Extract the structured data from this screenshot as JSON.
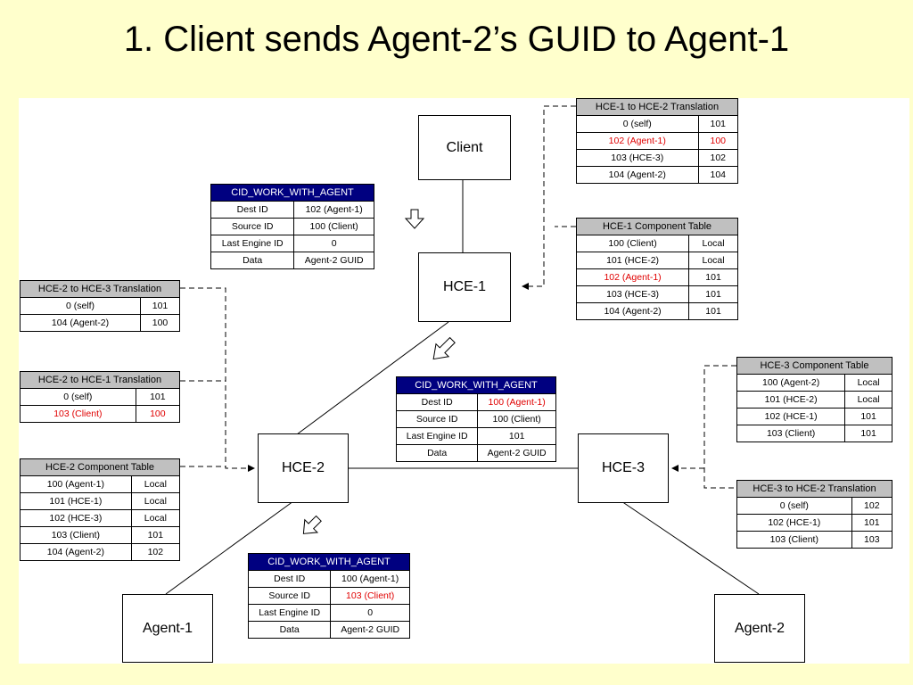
{
  "title": "1. Client sends Agent-2’s GUID to Agent-1",
  "nodes": {
    "client": "Client",
    "hce1": "HCE-1",
    "hce2": "HCE-2",
    "hce3": "HCE-3",
    "agent1": "Agent-1",
    "agent2": "Agent-2"
  },
  "tables": {
    "hce1_to_hce2": {
      "title": "HCE-1 to HCE-2 Translation",
      "rows": [
        [
          "0 (self)",
          "101"
        ],
        [
          "102 (Agent-1)",
          "100"
        ],
        [
          "103 (HCE-3)",
          "102"
        ],
        [
          "104 (Agent-2)",
          "104"
        ]
      ]
    },
    "hce1_component": {
      "title": "HCE-1 Component Table",
      "rows": [
        [
          "100 (Client)",
          "Local"
        ],
        [
          "101 (HCE-2)",
          "Local"
        ],
        [
          "102 (Agent-1)",
          "101"
        ],
        [
          "103 (HCE-3)",
          "101"
        ],
        [
          "104 (Agent-2)",
          "101"
        ]
      ]
    },
    "msg1": {
      "title": "CID_WORK_WITH_AGENT",
      "rows": [
        [
          "Dest ID",
          "102 (Agent-1)"
        ],
        [
          "Source ID",
          "100 (Client)"
        ],
        [
          "Last Engine ID",
          "0"
        ],
        [
          "Data",
          "Agent-2 GUID"
        ]
      ]
    },
    "hce2_to_hce3": {
      "title": "HCE-2 to HCE-3 Translation",
      "rows": [
        [
          "0 (self)",
          "101"
        ],
        [
          "104 (Agent-2)",
          "100"
        ]
      ]
    },
    "hce2_to_hce1": {
      "title": "HCE-2 to HCE-1 Translation",
      "rows": [
        [
          "0 (self)",
          "101"
        ],
        [
          "103 (Client)",
          "100"
        ]
      ]
    },
    "hce2_component": {
      "title": "HCE-2 Component Table",
      "rows": [
        [
          "100 (Agent-1)",
          "Local"
        ],
        [
          "101 (HCE-1)",
          "Local"
        ],
        [
          "102 (HCE-3)",
          "Local"
        ],
        [
          "103 (Client)",
          "101"
        ],
        [
          "104 (Agent-2)",
          "102"
        ]
      ]
    },
    "msg2": {
      "title": "CID_WORK_WITH_AGENT",
      "rows": [
        [
          "Dest ID",
          "100 (Agent-1)"
        ],
        [
          "Source ID",
          "100 (Client)"
        ],
        [
          "Last Engine ID",
          "101"
        ],
        [
          "Data",
          "Agent-2 GUID"
        ]
      ]
    },
    "msg3": {
      "title": "CID_WORK_WITH_AGENT",
      "rows": [
        [
          "Dest ID",
          "100 (Agent-1)"
        ],
        [
          "Source ID",
          "103 (Client)"
        ],
        [
          "Last Engine ID",
          "0"
        ],
        [
          "Data",
          "Agent-2 GUID"
        ]
      ]
    },
    "hce3_component": {
      "title": "HCE-3 Component Table",
      "rows": [
        [
          "100 (Agent-2)",
          "Local"
        ],
        [
          "101 (HCE-2)",
          "Local"
        ],
        [
          "102 (HCE-1)",
          "101"
        ],
        [
          "103 (Client)",
          "101"
        ]
      ]
    },
    "hce3_to_hce2": {
      "title": "HCE-3 to HCE-2 Translation",
      "rows": [
        [
          "0 (self)",
          "102"
        ],
        [
          "102 (HCE-1)",
          "101"
        ],
        [
          "103 (Client)",
          "103"
        ]
      ]
    }
  }
}
